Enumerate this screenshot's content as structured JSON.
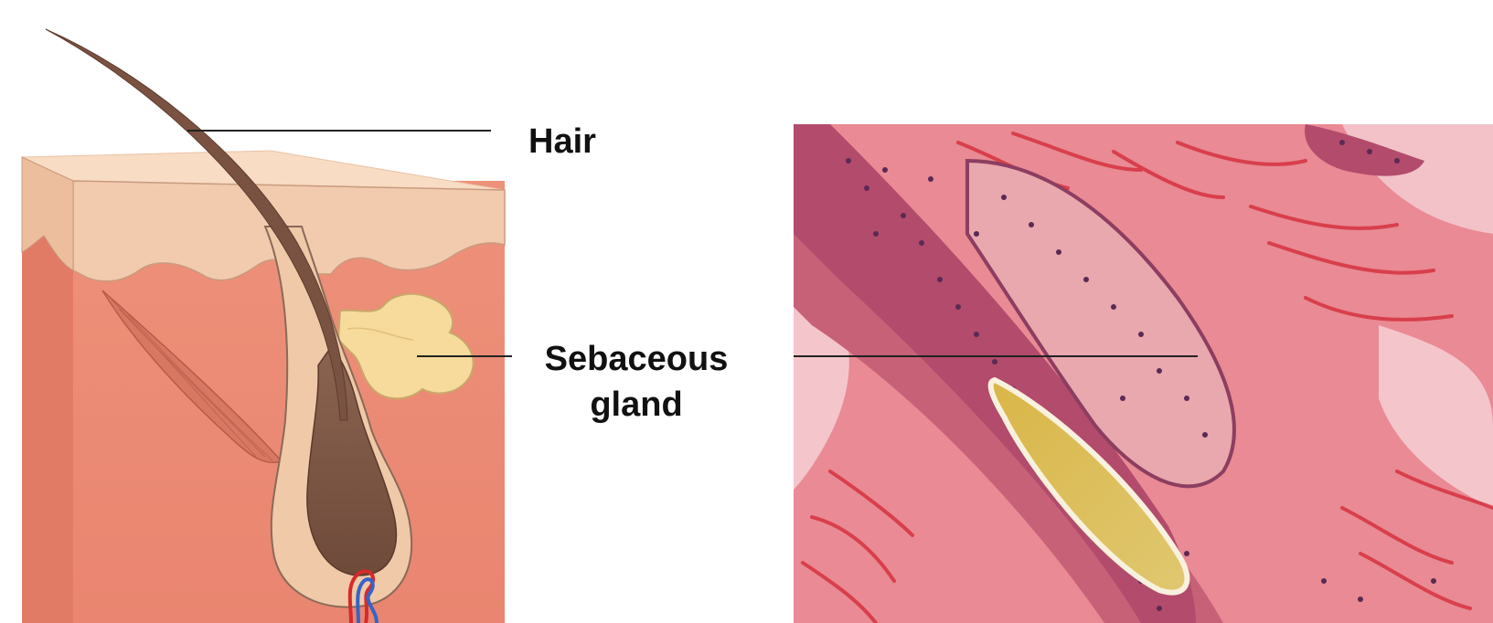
{
  "labels": {
    "hair": "Hair",
    "sebaceous_line1": "Sebaceous",
    "sebaceous_line2": "gland"
  },
  "colors": {
    "dermis": "#EC8B74",
    "dermis_side": "#E27B66",
    "epidermis": "#F2CBAF",
    "epidermis_top": "#F8DCC4",
    "hair_shaft": "#7A5241",
    "follicle_sheath": "#F0C9A8",
    "sebaceous_gland": "#F7DB9C",
    "arrector_muscle": "#D87863",
    "artery": "#D62A2A",
    "vein": "#3563C9",
    "histology_background": "#E98A94",
    "histology_stroma": "#D6333F",
    "histology_nuclei": "#5A2A55",
    "histology_hair_core": "#D9B648",
    "leader_line": "#222222"
  },
  "icons": {
    "diagram": "skin-cross-section-illustration",
    "micrograph": "hair-follicle-histology-micrograph"
  }
}
